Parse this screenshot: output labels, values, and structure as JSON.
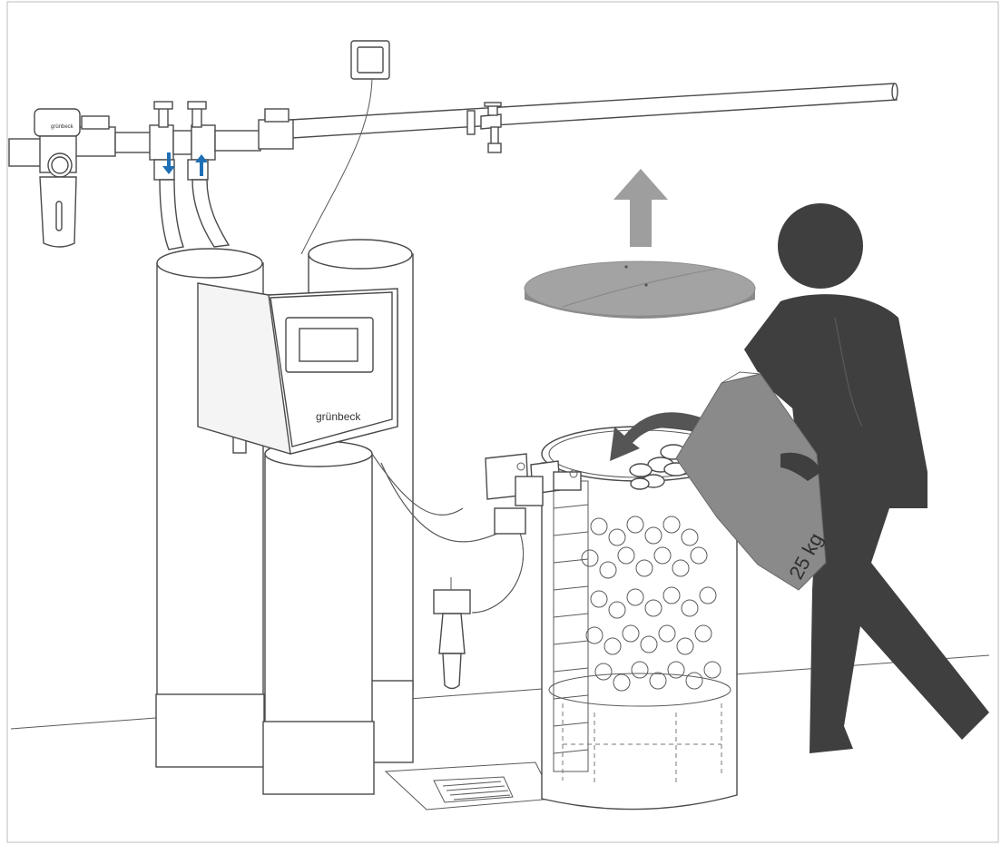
{
  "illustration": {
    "brand_label": "grünbeck",
    "filter_brand_label": "grünbeck",
    "bag_label": "25 kg"
  },
  "colors": {
    "person": "#3f3f3f",
    "arrow_up": "#9e9e9e",
    "arrow_curved": "#555555",
    "flow_arrow": "#1e6fb5",
    "outline": "#4a4a4a",
    "lid": "#9a9a9a",
    "bag": "#8a8a8a"
  },
  "icons": {
    "lid_arrow": "arrow-up-icon",
    "pour_arrow": "curved-arrow-icon",
    "inlet_flow": "arrow-down-icon",
    "outlet_flow": "arrow-up-icon"
  }
}
